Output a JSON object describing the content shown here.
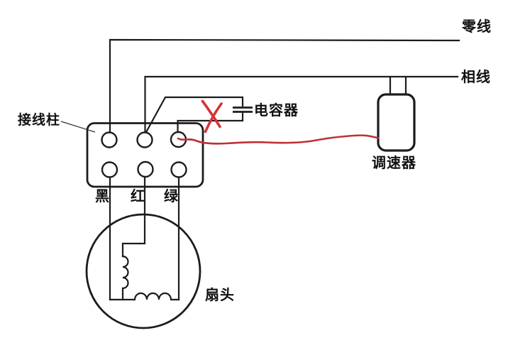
{
  "diagram": {
    "title_semantic": "fan-motor-wiring-diagram",
    "labels": {
      "neutral_wire": "零线",
      "live_wire": "相线",
      "terminal_block": "接线柱",
      "capacitor": "电容器",
      "speed_controller": "调速器",
      "fan_head": "扇头",
      "lead_black": "黑",
      "lead_red": "红",
      "lead_green": "绿"
    },
    "colors": {
      "wire_black": "#1c1c1c",
      "wire_red": "#c03038",
      "cross_red": "#d23438",
      "background": "#ffffff",
      "text": "#111111"
    }
  }
}
